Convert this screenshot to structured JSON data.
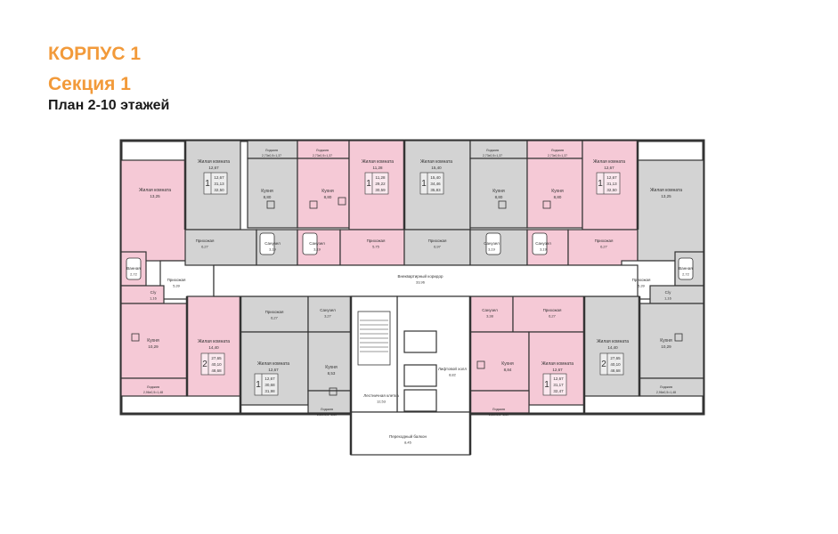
{
  "header": {
    "building": "КОРПУС 1",
    "section": "Секция 1",
    "plan": "План 2-10 этажей"
  },
  "colors": {
    "accent": "#f29a3a",
    "pink": "#f5c9d6",
    "gray": "#d3d3d3",
    "wall": "#333333",
    "white": "#ffffff"
  },
  "rooms": [
    {
      "id": "a1-living",
      "name": "Жилая комната",
      "area": "13,25",
      "color": "pink"
    },
    {
      "id": "a1-hall",
      "name": "Прихожая",
      "area": "5,39",
      "color": "white"
    },
    {
      "id": "a1-bath",
      "name": "Ванная",
      "area": "2,72",
      "color": "pink"
    },
    {
      "id": "a1-wc",
      "name": "С/у",
      "area": "1,16",
      "color": "pink"
    },
    {
      "id": "a1-kitchen",
      "name": "Кухня",
      "area": "10,29",
      "color": "pink"
    },
    {
      "id": "a1-loggia",
      "name": "Лоджия",
      "area": "2,96x0,5=1,48",
      "color": "pink"
    },
    {
      "id": "a1-living2",
      "name": "Жилая комната",
      "area": "14,40",
      "color": "pink"
    },
    {
      "id": "a2-living",
      "name": "Жилая комната",
      "area": "12,67",
      "color": "gray"
    },
    {
      "id": "a2-loggia",
      "name": "Лоджия",
      "area": "2,73x0,5=1,37",
      "color": "gray"
    },
    {
      "id": "a2-kitchen",
      "name": "Кухня",
      "area": "8,80",
      "color": "gray"
    },
    {
      "id": "a2-hall",
      "name": "Прихожая",
      "area": "6,27",
      "color": "gray"
    },
    {
      "id": "a2-bath",
      "name": "Санузел",
      "area": "3,19",
      "color": "gray"
    },
    {
      "id": "a3-loggia",
      "name": "Лоджия",
      "area": "2,73x0,5=1,37",
      "color": "pink"
    },
    {
      "id": "a3-kitchen",
      "name": "Кухня",
      "area": "8,80",
      "color": "pink"
    },
    {
      "id": "a3-bath",
      "name": "Санузел",
      "area": "3,19",
      "color": "pink"
    },
    {
      "id": "a3-living",
      "name": "Жилая комната",
      "area": "11,28",
      "color": "pink"
    },
    {
      "id": "a3-hall",
      "name": "Прихожая",
      "area": "5,75",
      "color": "pink"
    },
    {
      "id": "a4-living",
      "name": "Жилая комната",
      "area": "15,40",
      "color": "gray"
    },
    {
      "id": "a4-hall",
      "name": "Прихожая",
      "area": "6,97",
      "color": "gray"
    },
    {
      "id": "a4-loggia",
      "name": "Лоджия",
      "area": "2,73x0,5=1,37",
      "color": "gray"
    },
    {
      "id": "a4-kitchen",
      "name": "Кухня",
      "area": "8,80",
      "color": "gray"
    },
    {
      "id": "a4-bath",
      "name": "Санузел",
      "area": "3,19",
      "color": "gray"
    },
    {
      "id": "a5-loggia",
      "name": "Лоджия",
      "area": "2,73x0,5=1,37",
      "color": "pink"
    },
    {
      "id": "a5-kitchen",
      "name": "Кухня",
      "area": "8,80",
      "color": "pink"
    },
    {
      "id": "a5-bath",
      "name": "Санузел",
      "area": "3,19",
      "color": "pink"
    },
    {
      "id": "a5-living",
      "name": "Жилая комната",
      "area": "12,67",
      "color": "pink"
    },
    {
      "id": "a5-hall",
      "name": "Прихожая",
      "area": "6,27",
      "color": "pink"
    },
    {
      "id": "a6-living",
      "name": "Жилая комната",
      "area": "13,25",
      "color": "gray"
    },
    {
      "id": "a6-hall",
      "name": "Прихожая",
      "area": "5,39",
      "color": "white"
    },
    {
      "id": "a6-bath",
      "name": "Ванная",
      "area": "2,72",
      "color": "gray"
    },
    {
      "id": "a6-wc",
      "name": "С/у",
      "area": "1,16",
      "color": "gray"
    },
    {
      "id": "a6-kitchen",
      "name": "Кухня",
      "area": "10,29",
      "color": "gray"
    },
    {
      "id": "a6-loggia",
      "name": "Лоджия",
      "area": "2,96x0,5=1,48",
      "color": "gray"
    },
    {
      "id": "a6-living2",
      "name": "Жилая комната",
      "area": "14,40",
      "color": "gray"
    },
    {
      "id": "a7-hall",
      "name": "Прихожая",
      "area": "6,27",
      "color": "gray"
    },
    {
      "id": "a7-bath",
      "name": "Санузел",
      "area": "3,27",
      "color": "gray"
    },
    {
      "id": "a7-living",
      "name": "Жилая комната",
      "area": "12,67",
      "color": "gray"
    },
    {
      "id": "a7-kitchen",
      "name": "Кухня",
      "area": "8,53",
      "color": "gray"
    },
    {
      "id": "a7-loggia",
      "name": "Лоджия",
      "area": "2,60x0,5=1,30",
      "color": "gray"
    },
    {
      "id": "a8-bath",
      "name": "Санузел",
      "area": "3,38",
      "color": "pink"
    },
    {
      "id": "a8-hall",
      "name": "Прихожая",
      "area": "6,27",
      "color": "pink"
    },
    {
      "id": "a8-kitchen",
      "name": "Кухня",
      "area": "8,84",
      "color": "pink"
    },
    {
      "id": "a8-living",
      "name": "Жилая комната",
      "area": "12,67",
      "color": "pink"
    },
    {
      "id": "a8-loggia",
      "name": "Лоджия",
      "area": "2,60x0,5=1,30",
      "color": "pink"
    },
    {
      "id": "corridor",
      "name": "Внеквартирный коридор",
      "area": "33,96",
      "color": "white"
    },
    {
      "id": "lift",
      "name": "Лифтовой холл",
      "area": "8,82",
      "color": "white"
    },
    {
      "id": "stairs",
      "name": "Лестничная клетка",
      "area": "12,53",
      "color": "white"
    },
    {
      "id": "balcony",
      "name": "Переходный балкон",
      "area": "8,45",
      "color": "white"
    }
  ],
  "apartments": [
    {
      "id": "a1",
      "rooms": "2",
      "values": [
        "27,65",
        "40,10",
        "48,68"
      ]
    },
    {
      "id": "a2",
      "rooms": "1",
      "values": [
        "12,67",
        "31,13",
        "32,50"
      ]
    },
    {
      "id": "a3",
      "rooms": "1",
      "values": [
        "11,28",
        "29,22",
        "30,59"
      ]
    },
    {
      "id": "a4",
      "rooms": "1",
      "values": [
        "15,40",
        "34,46",
        "35,83"
      ]
    },
    {
      "id": "a5",
      "rooms": "1",
      "values": [
        "12,67",
        "31,13",
        "32,50"
      ]
    },
    {
      "id": "a6",
      "rooms": "2",
      "values": [
        "27,65",
        "40,10",
        "48,68"
      ]
    },
    {
      "id": "a7",
      "rooms": "1",
      "values": [
        "12,67",
        "30,68",
        "31,98"
      ]
    },
    {
      "id": "a8",
      "rooms": "1",
      "values": [
        "12,67",
        "31,17",
        "32,47"
      ]
    }
  ]
}
